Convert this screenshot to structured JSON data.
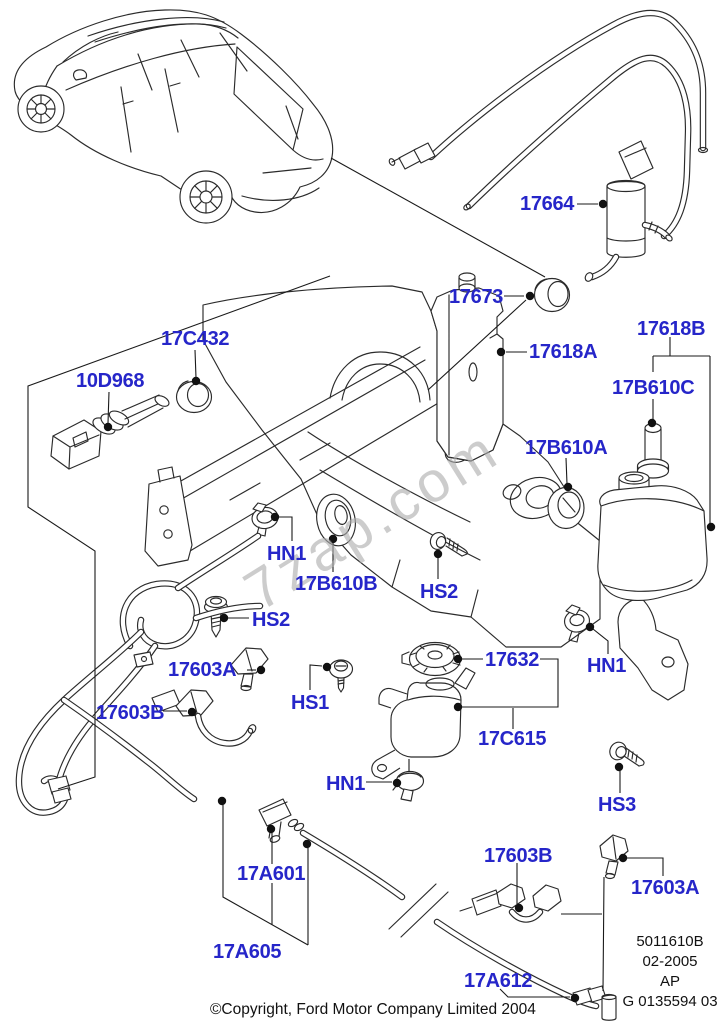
{
  "watermark": "7zap.com",
  "copyright": "©Copyright, Ford Motor Company Limited 2004",
  "plate": {
    "line1": "5011610B",
    "line2": "02-2005",
    "line3": "AP",
    "line4": "G 0135594 03"
  },
  "colors": {
    "label_blue": "#2626c9",
    "line_black": "#2b2b2b",
    "watermark_gray": "#acacac",
    "background": "#ffffff"
  },
  "callouts": [
    {
      "id": "17664",
      "text": "17664"
    },
    {
      "id": "17673",
      "text": "17673"
    },
    {
      "id": "17618A",
      "text": "17618A"
    },
    {
      "id": "17618B",
      "text": "17618B"
    },
    {
      "id": "17B610C",
      "text": "17B610C"
    },
    {
      "id": "17B610A",
      "text": "17B610A"
    },
    {
      "id": "17C432",
      "text": "17C432"
    },
    {
      "id": "10D968",
      "text": "10D968"
    },
    {
      "id": "HN1-1",
      "text": "HN1"
    },
    {
      "id": "17B610B",
      "text": "17B610B"
    },
    {
      "id": "HS2-1",
      "text": "HS2"
    },
    {
      "id": "HS2-2",
      "text": "HS2"
    },
    {
      "id": "17603A-1",
      "text": "17603A"
    },
    {
      "id": "17603B-1",
      "text": "17603B"
    },
    {
      "id": "HS1",
      "text": "HS1"
    },
    {
      "id": "17632",
      "text": "17632"
    },
    {
      "id": "17C615",
      "text": "17C615"
    },
    {
      "id": "HN1-2",
      "text": "HN1"
    },
    {
      "id": "HN1-3",
      "text": "HN1"
    },
    {
      "id": "HS3",
      "text": "HS3"
    },
    {
      "id": "17A601",
      "text": "17A601"
    },
    {
      "id": "17A605",
      "text": "17A605"
    },
    {
      "id": "17603B-2",
      "text": "17603B"
    },
    {
      "id": "17603A-2",
      "text": "17603A"
    },
    {
      "id": "17A612",
      "text": "17A612"
    }
  ]
}
